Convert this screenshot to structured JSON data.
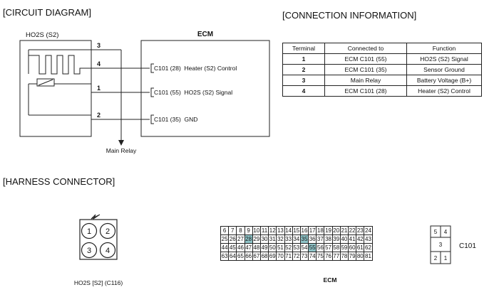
{
  "sections": {
    "circuit": "[CIRCUIT DIAGRAM]",
    "connection": "[CONNECTION INFORMATION]",
    "harness": "[HARNESS CONNECTOR]"
  },
  "circuit": {
    "sensor_title": "HO2S (S2)",
    "ecm_title": "ECM",
    "terminals": [
      "3",
      "4",
      "1",
      "2"
    ],
    "ecm_pins": [
      "C101 (28)  Heater (S2) Control",
      "C101 (55)  HO2S (S2) Signal",
      "C101 (35)  GND"
    ],
    "main_relay": "Main Relay"
  },
  "connection_table": {
    "headers": [
      "Terminal",
      "Connected to",
      "Function"
    ],
    "rows": [
      [
        "1",
        "ECM C101 (55)",
        "HO2S (S2) Signal"
      ],
      [
        "2",
        "ECM C101 (35)",
        "Sensor Ground"
      ],
      [
        "3",
        "Main Relay",
        "Battery Voltage (B+)"
      ],
      [
        "4",
        "ECM C101 (28)",
        "Heater (S2) Control"
      ]
    ]
  },
  "harness": {
    "sensor_pins": [
      "1",
      "2",
      "3",
      "4"
    ],
    "sensor_label": "HO2S [S2] (C116)",
    "ecm_rows": [
      [
        "6",
        "7",
        "8",
        "9",
        "10",
        "11",
        "12",
        "13",
        "14",
        "15",
        "16",
        "17",
        "18",
        "19",
        "20",
        "21",
        "22",
        "23",
        "24"
      ],
      [
        "25",
        "26",
        "27",
        "28",
        "29",
        "30",
        "31",
        "32",
        "33",
        "34",
        "35",
        "36",
        "37",
        "38",
        "39",
        "40",
        "41",
        "42",
        "43"
      ],
      [
        "44",
        "45",
        "46",
        "47",
        "48",
        "49",
        "50",
        "51",
        "52",
        "53",
        "54",
        "55",
        "56",
        "57",
        "58",
        "59",
        "60",
        "61",
        "62"
      ],
      [
        "63",
        "64",
        "65",
        "66",
        "67",
        "68",
        "69",
        "70",
        "71",
        "72",
        "73",
        "74",
        "75",
        "76",
        "77",
        "78",
        "79",
        "80",
        "81"
      ]
    ],
    "ecm_side_pins": [
      "5",
      "4",
      "3",
      "2",
      "1"
    ],
    "highlighted_pins": [
      "28",
      "35",
      "55"
    ],
    "ecm_connector_id": "C101",
    "ecm_label": "ECM",
    "highlight_color": "#8fc4c8"
  }
}
